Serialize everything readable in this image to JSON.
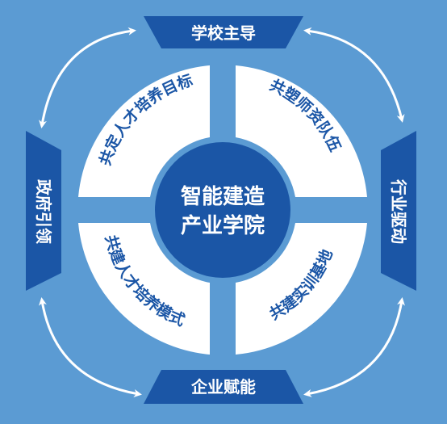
{
  "colors": {
    "background": "#5b9bd3",
    "dark_blue": "#1b56a6",
    "quadrant_fill": "#ffffff",
    "quadrant_text": "#1b56a6",
    "arrow": "#ffffff"
  },
  "center": {
    "line1": "智能建造",
    "line2": "产业学院"
  },
  "quadrants": {
    "top_left": "共定人才培养目标",
    "top_right": "共塑师资队伍",
    "bottom_left": "共建人才培养模式",
    "bottom_right": "共建实训基地"
  },
  "sides": {
    "top": "学校主导",
    "bottom": "企业赋能",
    "left": "政府引领",
    "right": "行业驱动"
  },
  "icons": {
    "cycle_arrows": "double-headed-curved-arrow"
  }
}
